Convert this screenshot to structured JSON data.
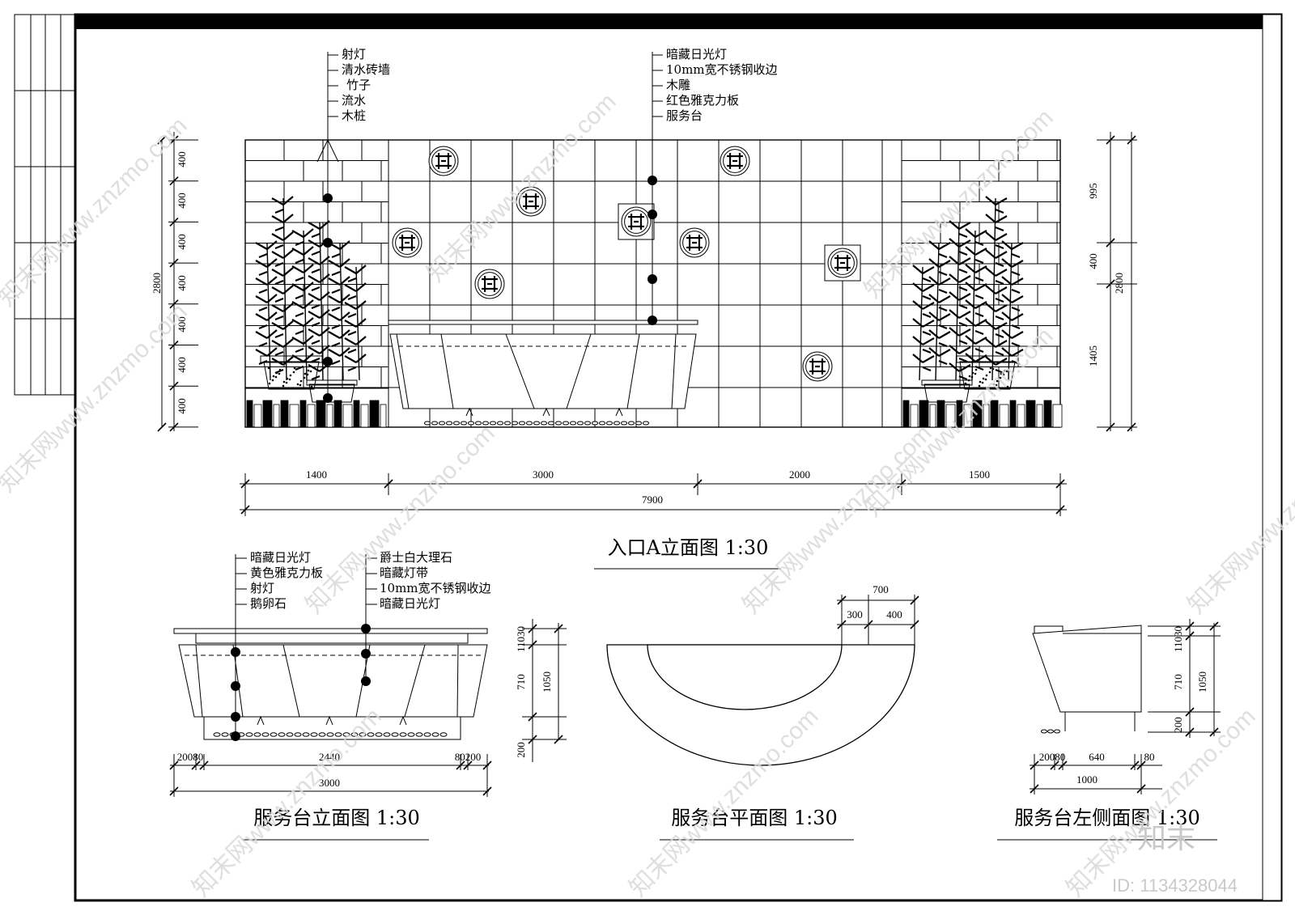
{
  "drawing": {
    "elevation_a": {
      "title": "入口A立面图 1:30",
      "callouts_left": [
        "射灯",
        "清水砖墙",
        "竹子",
        "流水",
        "木桩"
      ],
      "callouts_right": [
        "暗藏日光灯",
        "10mm宽不锈钢收边",
        "木雕",
        "红色雅克力板",
        "服务台"
      ],
      "left_height_segments": [
        "400",
        "400",
        "400",
        "400",
        "400",
        "400",
        "400"
      ],
      "left_total": "2800",
      "right_height_segments": [
        "995",
        "400",
        "1405"
      ],
      "right_total": "2800",
      "width_segments": [
        "1400",
        "3000",
        "2000",
        "1500"
      ],
      "width_total": "7900"
    },
    "counter_elevation": {
      "title": "服务台立面图 1:30",
      "callouts_left": [
        "暗藏日光灯",
        "黄色雅克力板",
        "射灯",
        "鹅卵石"
      ],
      "callouts_right": [
        "爵士白大理石",
        "暗藏灯带",
        "10mm宽不锈钢收边",
        "暗藏日光灯"
      ],
      "bottom_segments_left": "20080",
      "bottom_mid": "2440",
      "bottom_segments_right": "80200",
      "bottom_total": "3000",
      "height_top": "11030",
      "height_mid": "710",
      "height_bottom": "200",
      "height_total": "1050"
    },
    "counter_plan": {
      "title": "服务台平面图 1:30",
      "top_total": "700",
      "top_left": "300",
      "top_right": "400"
    },
    "counter_side": {
      "title": "服务台左侧面图 1:30",
      "height_top": "11030",
      "height_mid": "710",
      "height_bottom": "200",
      "height_total": "1050",
      "bottom_left": "20080",
      "bottom_mid": "640",
      "bottom_right": "80",
      "bottom_total": "1000"
    }
  },
  "watermark": {
    "text": "知末网www.znzmo.com",
    "logo": "知末",
    "id": "ID: 1134328044"
  }
}
